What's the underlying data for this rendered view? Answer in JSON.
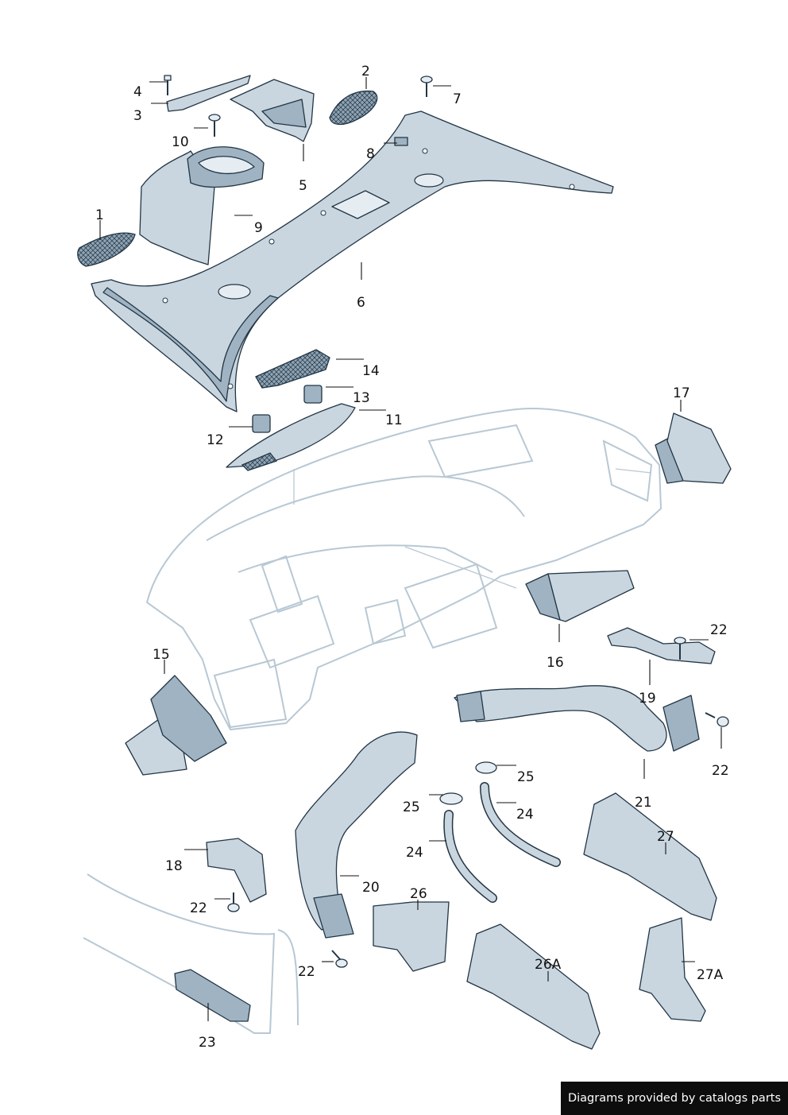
{
  "callouts": [
    {
      "id": "1"
    },
    {
      "id": "2"
    },
    {
      "id": "3"
    },
    {
      "id": "4"
    },
    {
      "id": "5"
    },
    {
      "id": "6"
    },
    {
      "id": "7"
    },
    {
      "id": "8"
    },
    {
      "id": "9"
    },
    {
      "id": "10"
    },
    {
      "id": "11"
    },
    {
      "id": "12"
    },
    {
      "id": "13"
    },
    {
      "id": "14"
    },
    {
      "id": "15"
    },
    {
      "id": "16"
    },
    {
      "id": "17"
    },
    {
      "id": "18"
    },
    {
      "id": "19"
    },
    {
      "id": "20"
    },
    {
      "id": "21"
    },
    {
      "id": "22"
    },
    {
      "id": "22"
    },
    {
      "id": "22"
    },
    {
      "id": "22"
    },
    {
      "id": "23"
    },
    {
      "id": "24"
    },
    {
      "id": "24"
    },
    {
      "id": "25"
    },
    {
      "id": "25"
    },
    {
      "id": "26"
    },
    {
      "id": "26A"
    },
    {
      "id": "27"
    },
    {
      "id": "27A"
    }
  ],
  "credit": "Diagrams provided by catalogs parts",
  "colors": {
    "part_fill": "#c9d6df",
    "part_shadow": "#9fb3c2",
    "outline": "#223545",
    "dash_outline": "#b8c8d4"
  }
}
